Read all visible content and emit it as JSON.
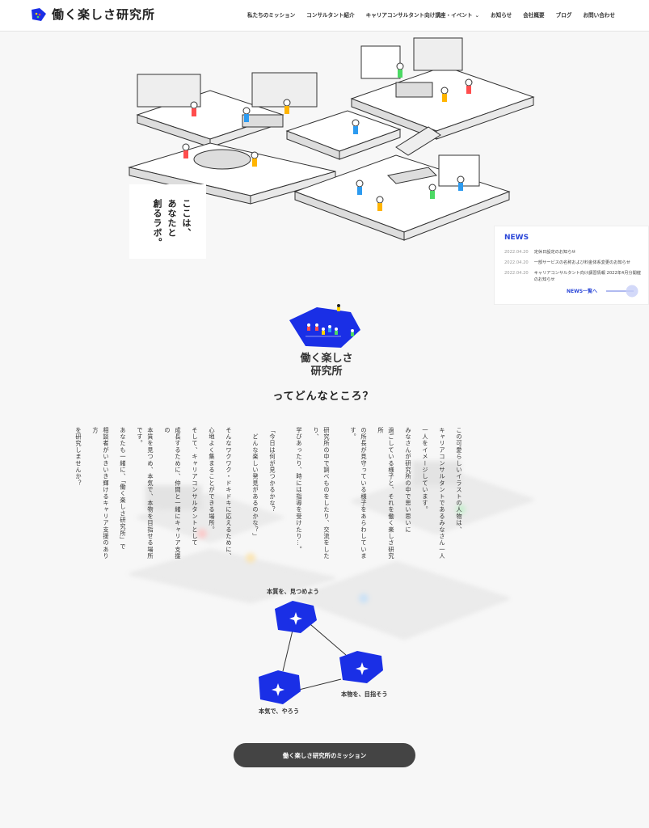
{
  "header": {
    "logo_text": "働く楽しさ研究所",
    "nav": [
      {
        "label": "私たちのミッション"
      },
      {
        "label": "コンサルタント紹介"
      },
      {
        "label": "キャリアコンサルタント向け講座・イベント"
      },
      {
        "label": "お知らせ"
      },
      {
        "label": "会社概要"
      },
      {
        "label": "ブログ"
      },
      {
        "label": "お問い合わせ"
      }
    ]
  },
  "hero": {
    "tagline_lines": [
      "ここは、",
      "あなたと",
      "創るラボ。"
    ]
  },
  "news": {
    "heading": "NEWS",
    "items": [
      {
        "date": "2022.04.20",
        "title": "定休日設定のお知らせ"
      },
      {
        "date": "2022.04.20",
        "title": "一部サービスの名称および料金体系変更のお知らせ"
      },
      {
        "date": "2022.04.20",
        "title": "キャリアコンサルタント向け講習情報 2022年4月分開催のお知らせ"
      }
    ],
    "more_label": "NEWS一覧へ"
  },
  "about": {
    "lab_name_line1": "働く楽しさ",
    "lab_name_line2": "研究所",
    "title": "ってどんなところ？",
    "paragraphs": [
      "この可愛らしいイラストの人物は、",
      "キャリアコンサルタントであるみなさん一人",
      "一人をイメージしています。",
      "みなさんが研究所の中で思い思いに",
      "過ごしている様子と、それを働く楽しさ研究所",
      "の所長が見守っている様子をあらわしています。",
      "",
      "研究所の中で調べものをしたり、交流をしたり、",
      "学びあったり、時には指導を受けたり…。",
      "",
      "「今日は何が見つかるかな？",
      "　どんな楽しい発見があるのかな？」",
      "",
      "そんなワクワク・ドキドキに応えるために、",
      "心地よく集まることができる場所。",
      "そして、キャリアコンサルタントとして",
      "成長するために、仲間と一緒にキャリア支援の",
      "本質を見つめ、本気で、本物を目指せる場所です。",
      "あなたも一緒に、「働く楽しさ研究所」で",
      "相談者がいきいき輝けるキャリア支援のあり方",
      "を研究しませんか？"
    ]
  },
  "values": {
    "top": "本質を、見つめよう",
    "right": "本物を、目指そう",
    "left": "本気で、やろう"
  },
  "mission_button": "働く楽しさ研究所のミッション",
  "colors": {
    "accent": "#1a2fe6",
    "button": "#444444",
    "news_blue": "#2b47d8"
  }
}
